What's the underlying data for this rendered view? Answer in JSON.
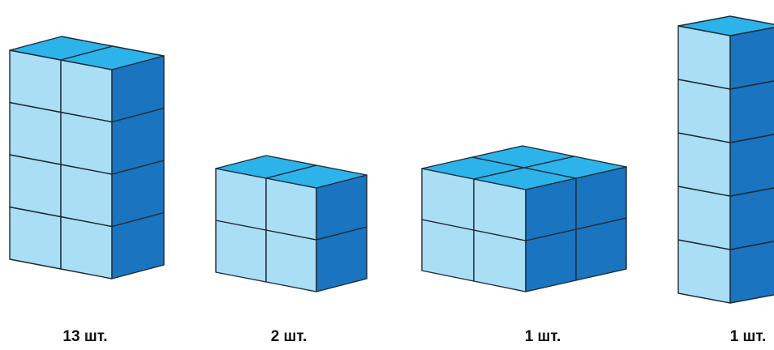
{
  "figures": [
    {
      "name": "block-2x1x4",
      "cubes": "2 × 1 × 4",
      "count_label": "13 шт."
    },
    {
      "name": "block-2x1x2",
      "cubes": "2 × 1 × 2",
      "count_label": "2 шт."
    },
    {
      "name": "block-2x2x2",
      "cubes": "2 × 2 × 2",
      "count_label": "1 шт."
    },
    {
      "name": "block-1x1x5",
      "cubes": "1 × 1 × 5",
      "count_label": "1 шт."
    }
  ],
  "colors": {
    "top_face": "#2bb3ea",
    "front_face": "#a9def5",
    "side_face": "#1a74c0",
    "edge": "#1d2a36",
    "caption": "#111111"
  }
}
